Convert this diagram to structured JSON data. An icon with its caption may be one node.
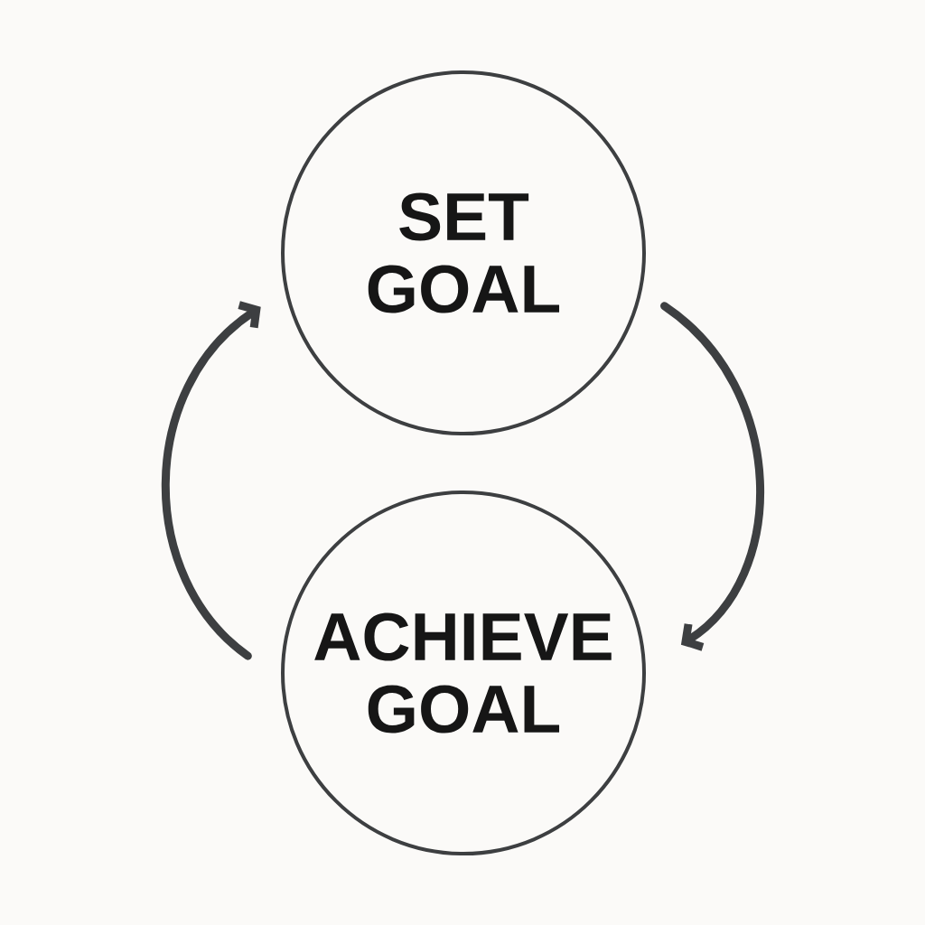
{
  "diagram": {
    "nodes": [
      {
        "text": [
          "SET GOAL"
        ]
      },
      {
        "text": [
          "ACHIEVE GOAL"
        ]
      }
    ],
    "edges": [
      {
        "from": 0,
        "to": 1,
        "arrow": "to"
      },
      {
        "from": 1,
        "to": 0,
        "arrow": "to"
      }
    ]
  }
}
